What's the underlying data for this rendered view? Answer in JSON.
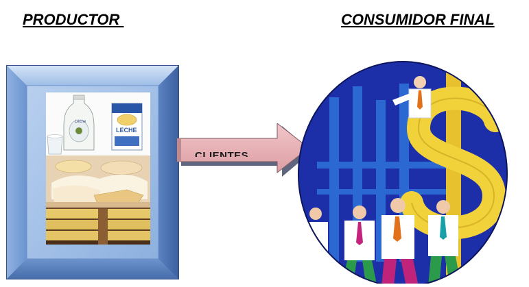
{
  "headings": {
    "producer": "PRODUCTOR ",
    "consumer": "CONSUMIDOR FINAL"
  },
  "arrow": {
    "label": "CLIENTES"
  },
  "product_image": {
    "carton_text": "LECHE",
    "bottle_text": "Leche"
  },
  "colors": {
    "frame_light": "#b9d1ee",
    "frame_dark": "#3f66a8",
    "arrow_fill": "#e8b4b8",
    "arrow_border": "#3b3b4f",
    "circle_bg": "#1d2fa8",
    "dollar": "#f2d23a"
  }
}
